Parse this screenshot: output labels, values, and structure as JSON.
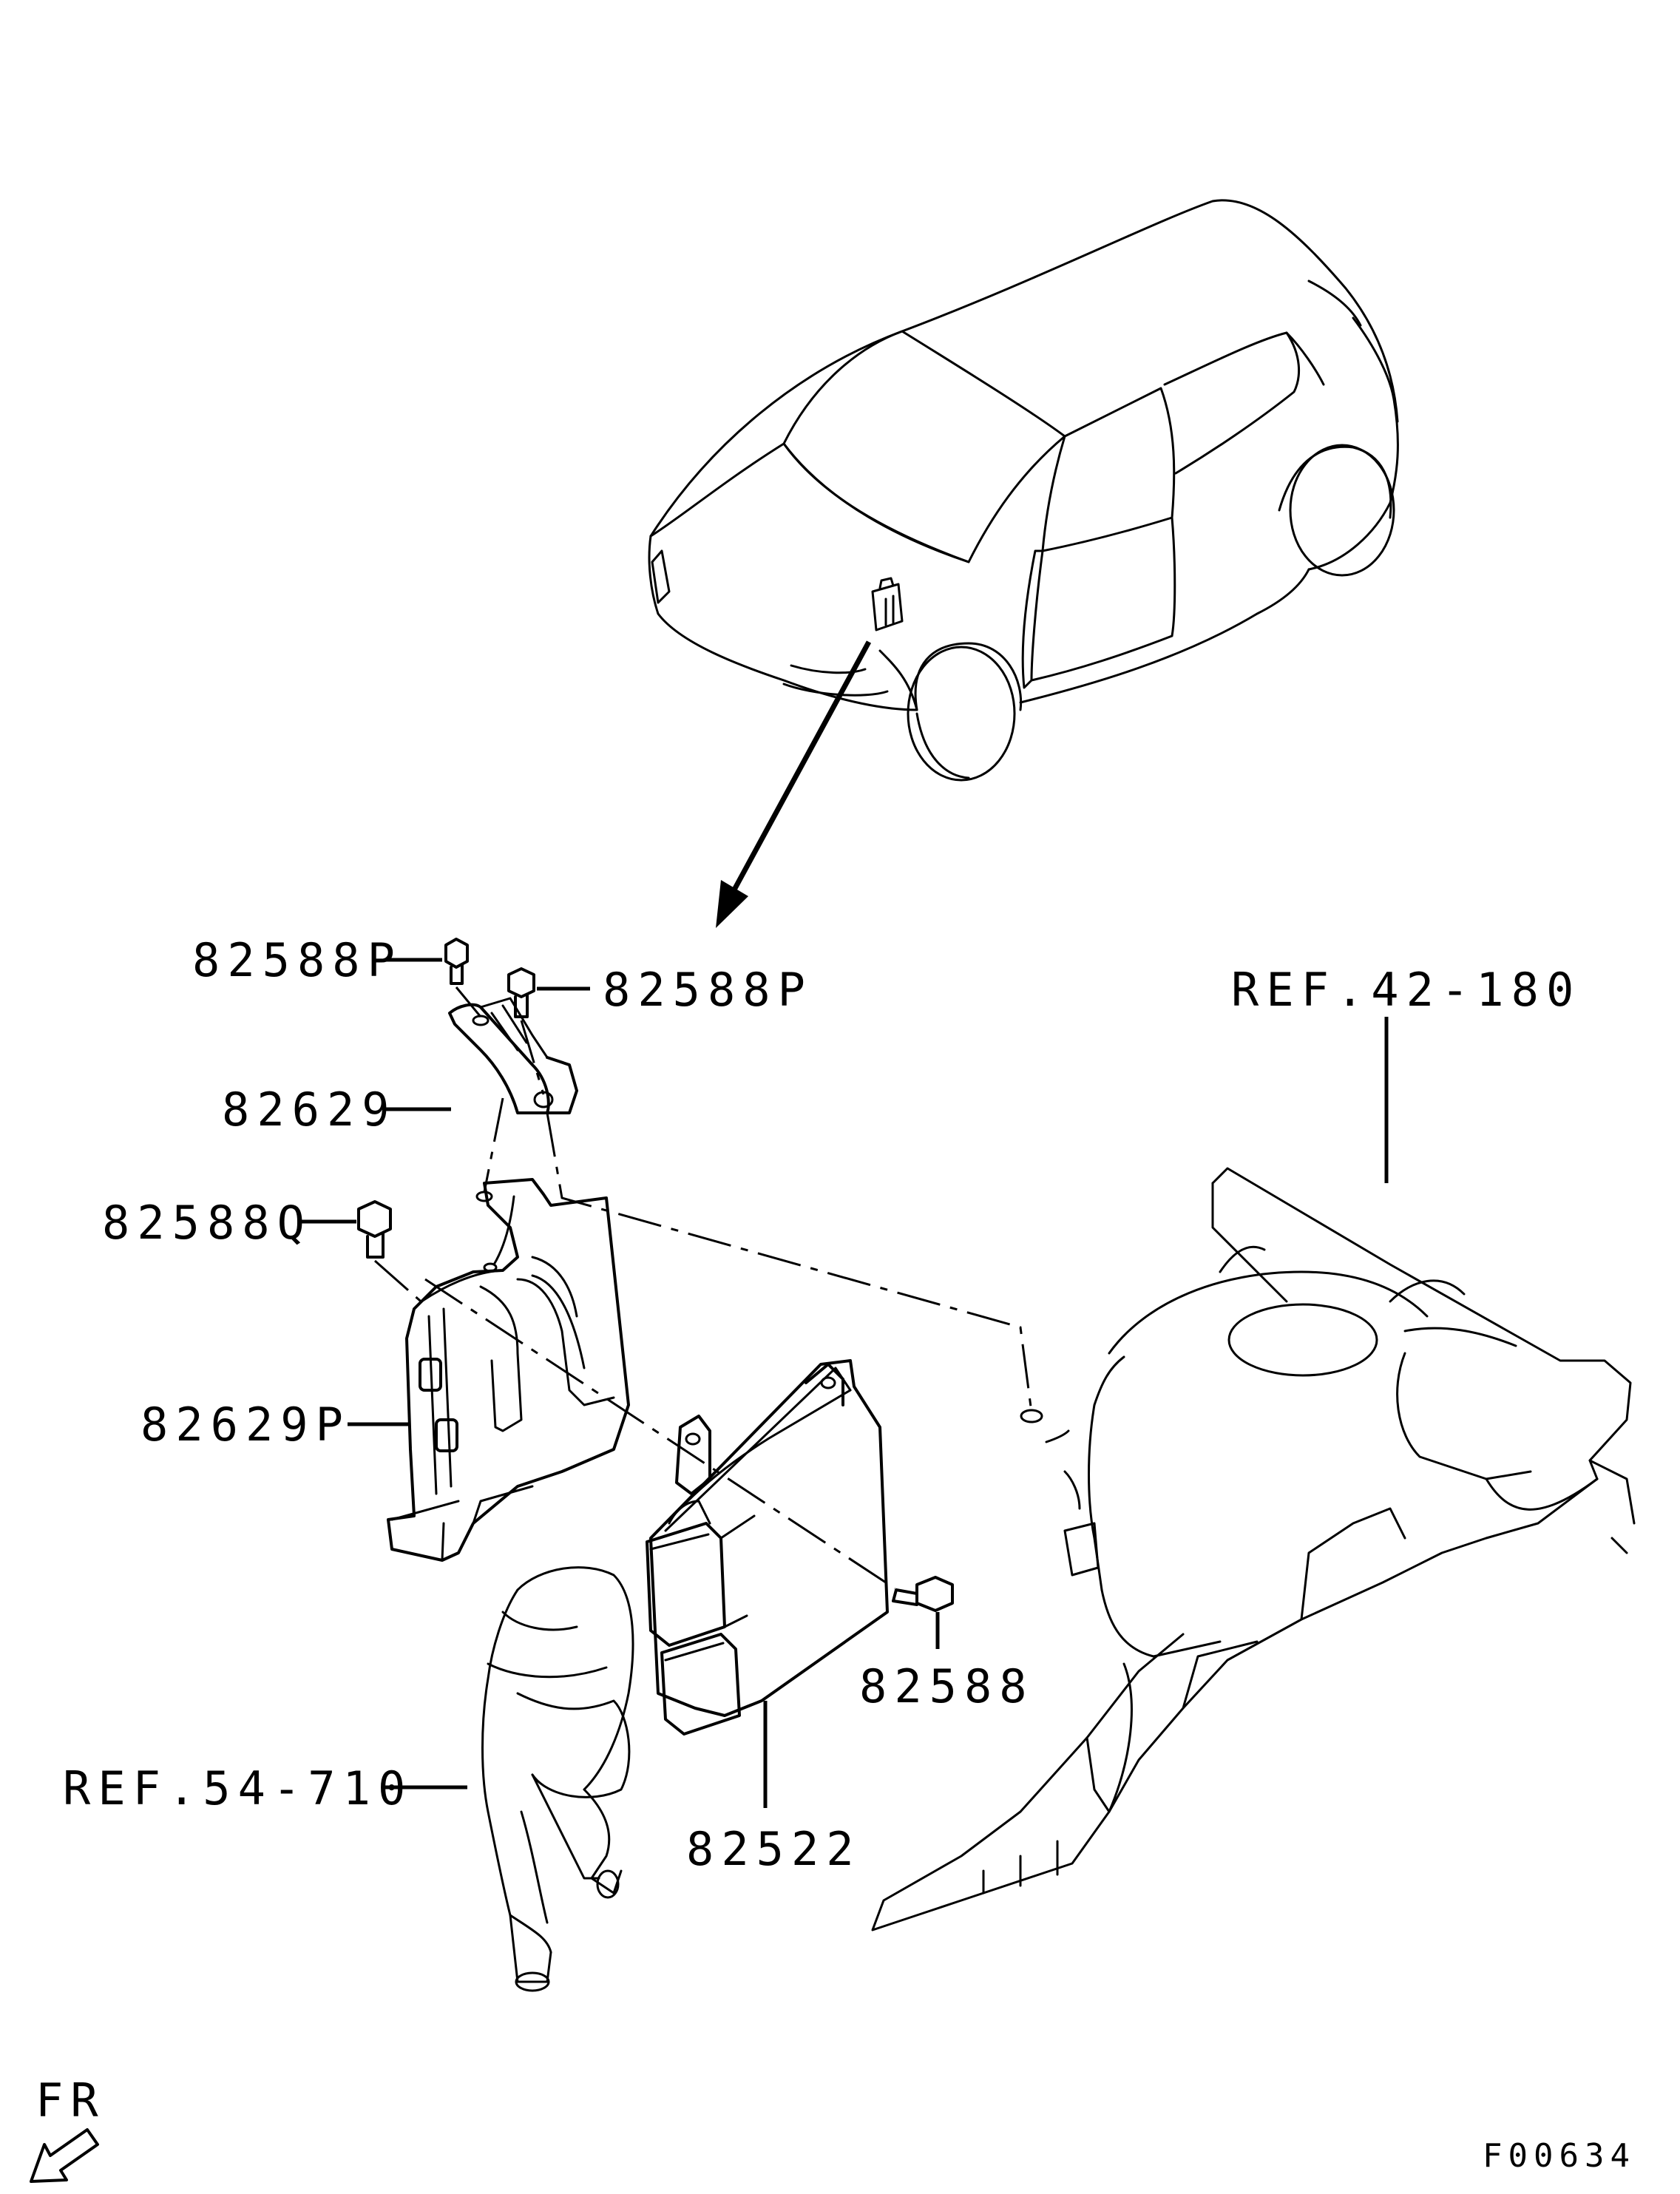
{
  "labels": {
    "p1": "82588P",
    "p2": "82588P",
    "p3": "82629",
    "p4": "82588Q",
    "p5": "82629P",
    "p6": "82588",
    "p7": "82522",
    "ref1": "REF.42-180",
    "ref2": "REF.54-710",
    "fr": "FR",
    "code": "F00634"
  }
}
